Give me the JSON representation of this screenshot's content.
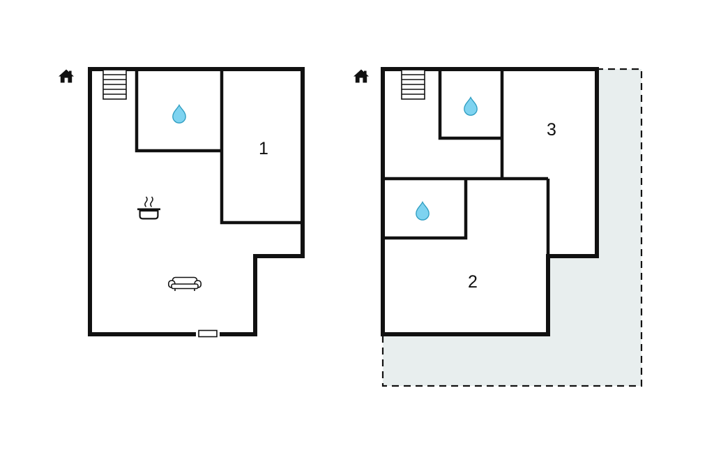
{
  "colors": {
    "wall": "#111111",
    "room_label": "#111111",
    "water_drop": "#7ed3f0",
    "terrace_fill": "#e8eeee",
    "background": "#ffffff"
  },
  "left_plan": {
    "rooms": [
      {
        "label": "1"
      }
    ],
    "icons": [
      {
        "name": "entrance-house-icon"
      },
      {
        "name": "staircase-icon"
      },
      {
        "name": "water-drop-icon"
      },
      {
        "name": "cooking-pot-icon"
      },
      {
        "name": "sofa-icon"
      },
      {
        "name": "door-icon"
      }
    ]
  },
  "right_plan": {
    "rooms": [
      {
        "label": "3"
      },
      {
        "label": "2"
      }
    ],
    "icons": [
      {
        "name": "entrance-house-icon"
      },
      {
        "name": "staircase-icon"
      },
      {
        "name": "water-drop-icon"
      },
      {
        "name": "water-drop-icon"
      }
    ]
  }
}
